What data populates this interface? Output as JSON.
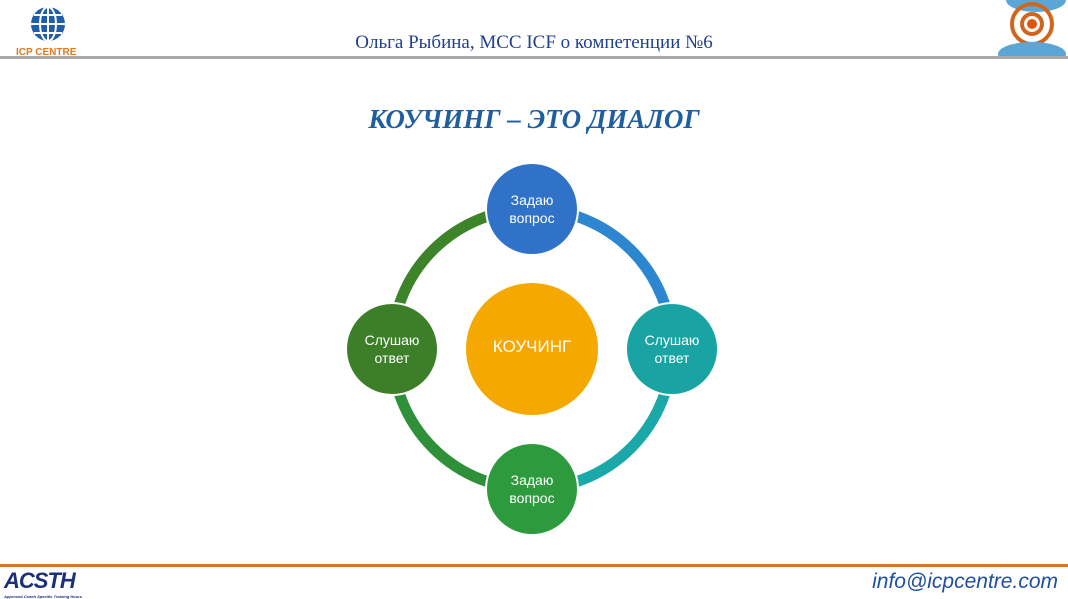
{
  "header": {
    "title": "Ольга Рыбина, MCC ICF о компетенции №6",
    "logo_text": "ICP CENTRE"
  },
  "slide": {
    "title": "КОУЧИНГ – ЭТО ДИАЛОГ",
    "center": "КОУЧИНГ",
    "nodes": [
      {
        "line1": "Задаю",
        "line2": "вопрос",
        "color": "#2f72c8"
      },
      {
        "line1": "Слушаю",
        "line2": "ответ",
        "color": "#1aa3a3"
      },
      {
        "line1": "Задаю",
        "line2": "вопрос",
        "color": "#2e9a3e"
      },
      {
        "line1": "Слушаю",
        "line2": "ответ",
        "color": "#3d7f28"
      }
    ]
  },
  "footer": {
    "email": "info@icpcentre.com",
    "acsth_logo": "ACSTH",
    "acsth_sub": "Approved Coach Specific Training Hours"
  },
  "colors": {
    "center": "#f5a800",
    "accent": "#d2782a"
  }
}
